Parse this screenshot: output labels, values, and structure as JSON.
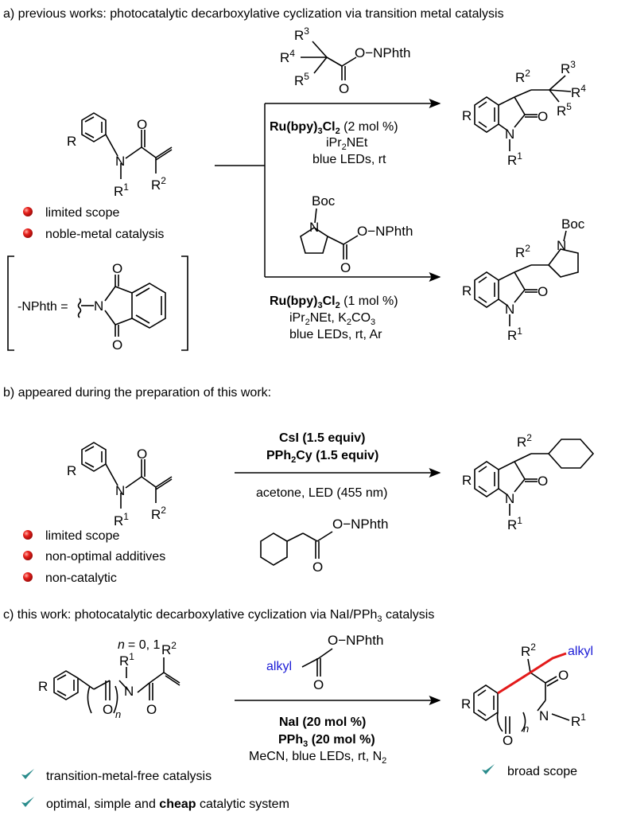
{
  "sections": {
    "a": {
      "heading": "a) previous works: photocatalytic decarboxylative cyclization via transition metal catalysis",
      "bullets": [
        "limited scope",
        "noble-metal catalysis"
      ],
      "nphth_label": "-NPhth =",
      "reaction1": {
        "catalyst": "Ru(bpy)",
        "catalyst_sub": "3",
        "catalyst_cl": "Cl",
        "catalyst_cl_sub": "2",
        "loading": " (2 mol %)",
        "line2": "iPr",
        "line2_sub": "2",
        "line2_end": "NEt",
        "line3": "blue LEDs, rt"
      },
      "reaction2": {
        "catalyst": "Ru(bpy)",
        "catalyst_sub": "3",
        "catalyst_cl": "Cl",
        "catalyst_cl_sub": "2",
        "loading": " (1 mol %)",
        "line2_a": "iPr",
        "line2_sub": "2",
        "line2_b": "NEt, K",
        "line2_sub2": "2",
        "line2_c": "CO",
        "line2_sub3": "3",
        "line3": "blue LEDs, rt, Ar"
      }
    },
    "b": {
      "heading": "b) appeared during the preparation of this work:",
      "reagent1": "CsI (1.5 equiv)",
      "reagent2_a": "PPh",
      "reagent2_sub": "2",
      "reagent2_b": "Cy (1.5 equiv)",
      "conditions": "acetone, LED (455 nm)",
      "bullets": [
        "limited scope",
        "non-optimal additives",
        "non-catalytic"
      ]
    },
    "c": {
      "heading": "c) this work: photocatalytic decarboxylative cyclization via NaI/PPh",
      "heading_sub": "3",
      "heading_end": " catalysis",
      "n_values": "= 0, 1",
      "n": "n",
      "alkyl": "alkyl",
      "reagent1": "NaI (20 mol %)",
      "reagent2_a": "PPh",
      "reagent2_sub": "3",
      "reagent2_b": " (20 mol %)",
      "conditions_a": "MeCN, blue LEDs, rt, N",
      "conditions_sub": "2",
      "checks": [
        "transition-metal-free catalysis"
      ],
      "check2_a": "optimal, simple and ",
      "check2_bold": "cheap",
      "check2_b": " catalytic system",
      "product_check": "broad scope"
    }
  },
  "atom_labels": {
    "R": "R",
    "N": "N",
    "O": "O",
    "R1": "R",
    "R2": "R",
    "R3": "R",
    "R4": "R",
    "R5": "R",
    "one": "1",
    "two": "2",
    "three": "3",
    "four": "4",
    "five": "5",
    "ONPhth": "O−NPhth",
    "Boc": "Boc"
  },
  "colors": {
    "bullet": "#e8201c",
    "check": "#2a8c8c",
    "alkyl": "#1a1ad6",
    "new_bond": "#e31a1a"
  }
}
